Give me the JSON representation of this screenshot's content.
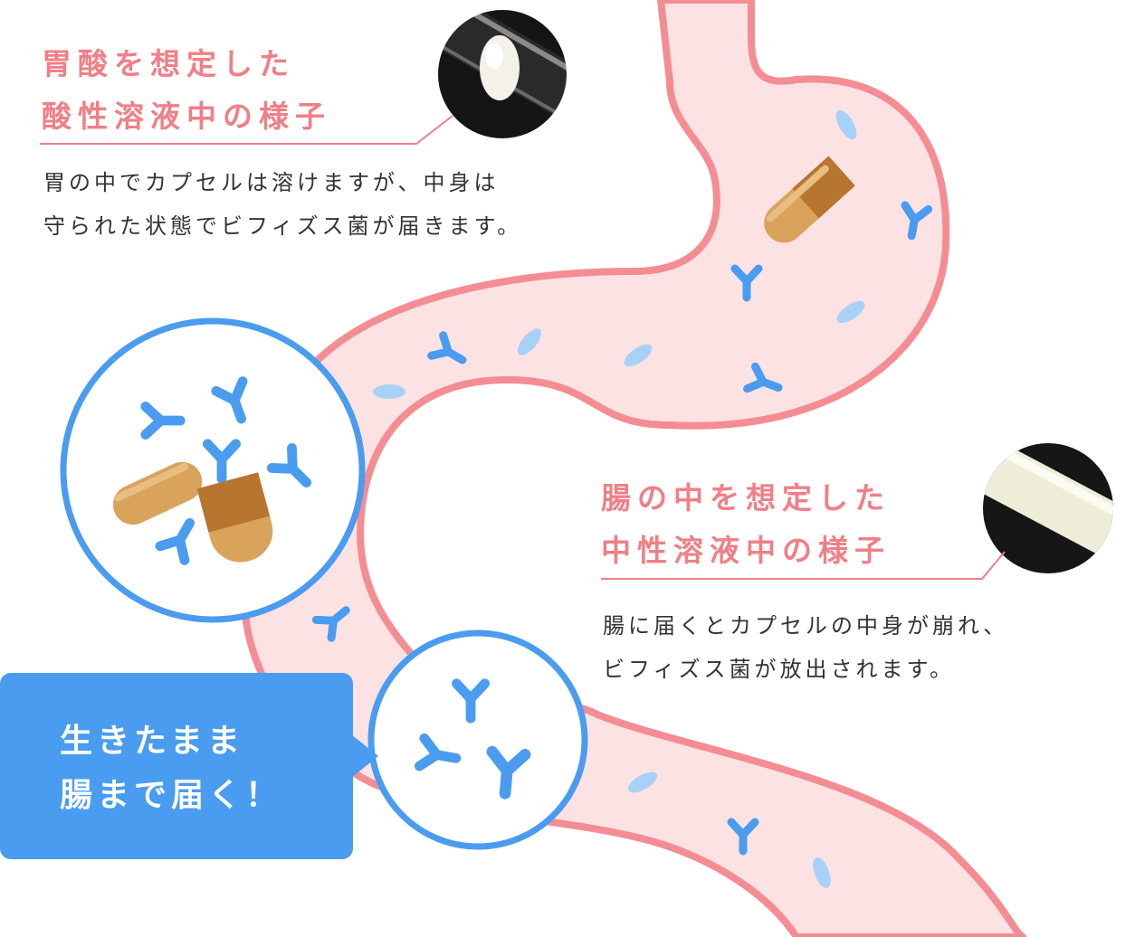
{
  "stomach_panel": {
    "heading_line1": "胃酸を想定した",
    "heading_line2": "酸性溶液中の様子",
    "body_line1": "胃の中でカプセルは溶けますが、中身は",
    "body_line2": "守られた状態でビフィズス菌が届きます。"
  },
  "intestine_panel": {
    "heading_line1": "腸の中を想定した",
    "heading_line2": "中性溶液中の様子",
    "body_line1": "腸に届くとカプセルの中身が崩れ、",
    "body_line2": "ビフィズス菌が放出されます。"
  },
  "callout": {
    "line1": "生きたまま",
    "line2": "腸まで届く！"
  },
  "colors": {
    "tract_fill": "#fde2e4",
    "tract_outline": "#f48d93",
    "bacteria": "#4a9cf0",
    "capsule": "#c0803a",
    "heading": "#f07f86",
    "body_text": "#333333"
  }
}
